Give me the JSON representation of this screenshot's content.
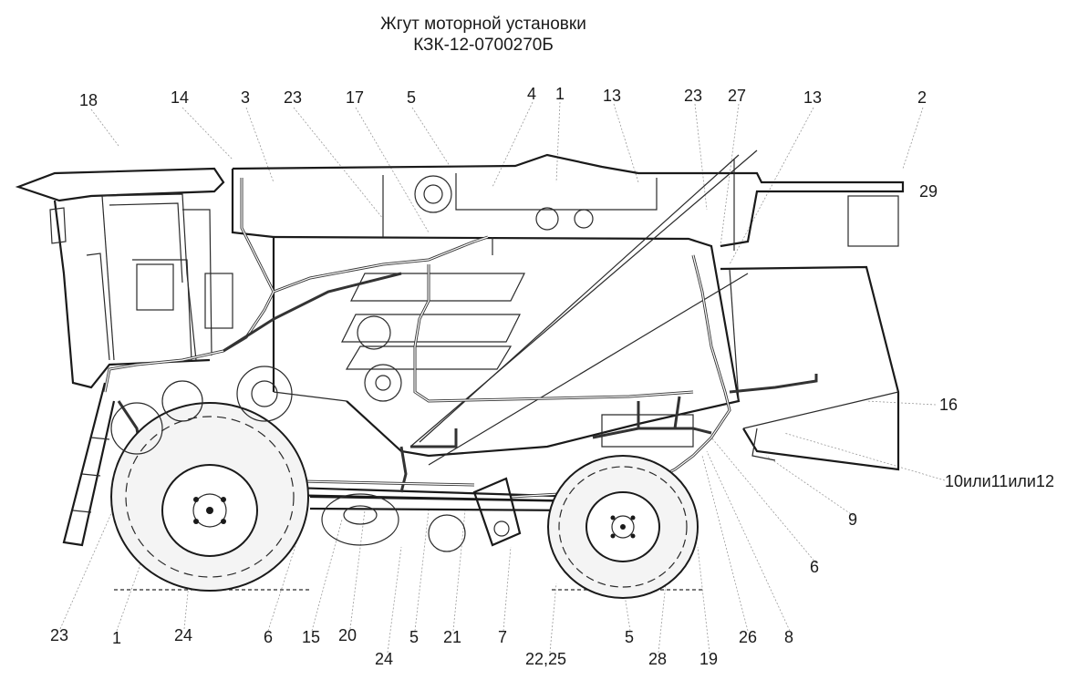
{
  "title": {
    "line1": "Жгут моторной установки",
    "line2": "КЗК-12-0700270Б"
  },
  "callouts": {
    "c18": "18",
    "c14": "14",
    "c3": "3",
    "c23a": "23",
    "c17": "17",
    "c5a": "5",
    "c4": "4",
    "c1a": "1",
    "c13a": "13",
    "c23b": "23",
    "c27": "27",
    "c13b": "13",
    "c2": "2",
    "c29": "29",
    "c16": "16",
    "c10_11_12": "10или11или12",
    "c9": "9",
    "c6a": "6",
    "c23c": "23",
    "c1b": "1",
    "c24a": "24",
    "c6b": "6",
    "c15": "15",
    "c20": "20",
    "c24b": "24",
    "c5b": "5",
    "c21": "21",
    "c7": "7",
    "c22_25": "22,25",
    "c5c": "5",
    "c28": "28",
    "c19": "19",
    "c26": "26",
    "c8": "8"
  }
}
